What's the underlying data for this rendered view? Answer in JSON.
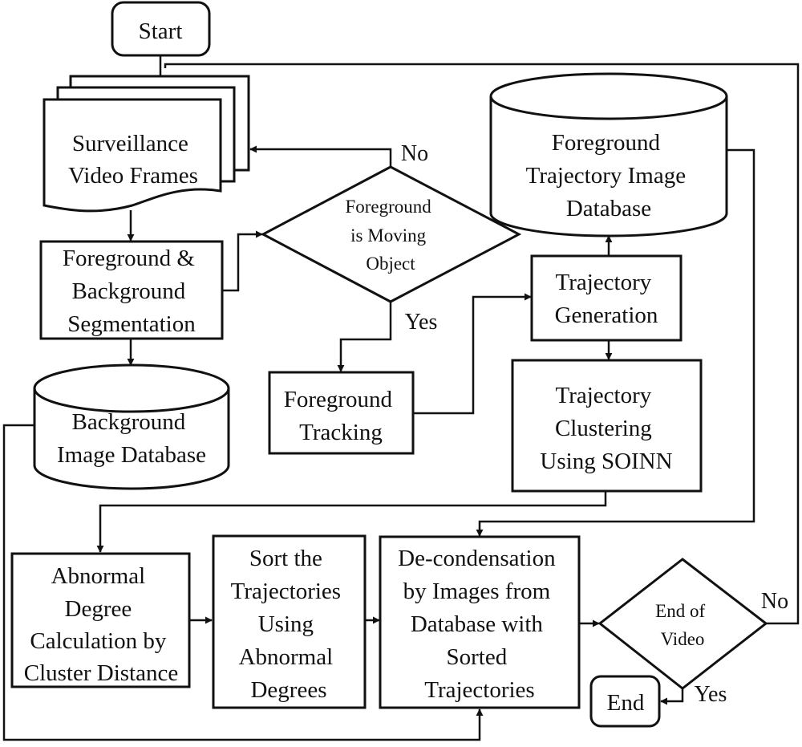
{
  "nodes": {
    "start": {
      "label": "Start"
    },
    "video_frames": {
      "lines": [
        "Surveillance",
        "Video Frames"
      ]
    },
    "segmentation": {
      "lines": [
        "Foreground &",
        "Background",
        "Segmentation"
      ]
    },
    "background_db": {
      "lines": [
        "Background",
        "Image Database"
      ]
    },
    "decision_moving": {
      "lines": [
        "Foreground",
        "is  Moving",
        "Object"
      ]
    },
    "foreground_tracking": {
      "lines": [
        "Foreground",
        "Tracking"
      ]
    },
    "trajectory_db": {
      "lines": [
        "Foreground",
        "Trajectory Image",
        "Database"
      ]
    },
    "trajectory_generation": {
      "lines": [
        "Trajectory",
        "Generation"
      ]
    },
    "trajectory_clustering": {
      "lines": [
        "Trajectory",
        "Clustering",
        "Using SOINN"
      ]
    },
    "abnormal_degree": {
      "lines": [
        "Abnormal",
        "Degree",
        "Calculation by",
        "Cluster Distance"
      ]
    },
    "sort_trajectories": {
      "lines": [
        "Sort the",
        "Trajectories",
        "Using",
        "Abnormal",
        "Degrees"
      ]
    },
    "decondensation": {
      "lines": [
        "De-condensation",
        "by Images from",
        "Database with",
        "Sorted",
        "Trajectories"
      ]
    },
    "decision_end": {
      "lines": [
        "End of",
        "Video"
      ]
    },
    "end": {
      "label": "End"
    }
  },
  "edge_labels": {
    "moving_no": "No",
    "moving_yes": "Yes",
    "end_no": "No",
    "end_yes": "Yes"
  }
}
